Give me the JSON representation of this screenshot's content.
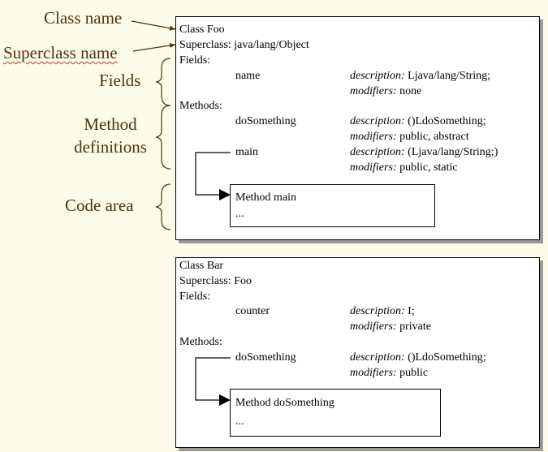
{
  "labels": {
    "class_name": "Class name",
    "superclass_name": "Superclass name",
    "fields": "Fields",
    "method_line1": "Method",
    "method_line2": "definitions",
    "code_area": "Code area"
  },
  "foo": {
    "class_line": "Class Foo",
    "superclass_line": "Superclass: java/lang/Object",
    "fields_heading": "Fields:",
    "methods_heading": "Methods:",
    "desc_label": "description:",
    "mod_label": "modifiers:",
    "field_name": "name",
    "field_desc": " Ljava/lang/String;",
    "field_mod": " none",
    "m1_name": "doSomething",
    "m1_desc": " ()LdoSomething;",
    "m1_mod": " public, abstract",
    "m2_name": "main",
    "m2_desc": " (Ljava/lang/String;)",
    "m2_mod": " public, static",
    "code_title": "Method main",
    "code_body": "..."
  },
  "bar": {
    "class_line": "Class Bar",
    "superclass_line": "Superclass: Foo",
    "fields_heading": "Fields:",
    "methods_heading": "Methods:",
    "desc_label": "description:",
    "mod_label": "modifiers:",
    "field_name": "counter",
    "field_desc": " I;",
    "field_mod": " private",
    "m1_name": "doSomething",
    "m1_desc": " ()LdoSomething;",
    "m1_mod": " public",
    "code_title": "Method doSomething",
    "code_body": "..."
  },
  "colors": {
    "label_text": "#4a3510",
    "background": "#fdfbe9",
    "shadow": "#9a9a9a"
  }
}
